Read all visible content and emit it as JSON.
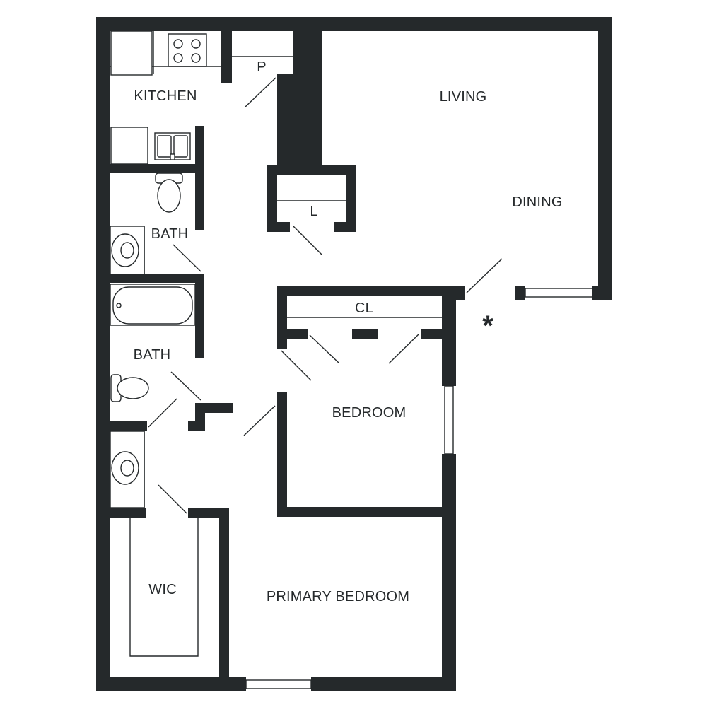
{
  "rooms": {
    "kitchen": "KITCHEN",
    "pantry": "P",
    "living": "LIVING",
    "dining": "DINING",
    "linen": "L",
    "bath_upper": "BATH",
    "bath_lower": "BATH",
    "closet": "CL",
    "bedroom": "BEDROOM",
    "wic": "WIC",
    "primary_bedroom": "PRIMARY BEDROOM"
  },
  "marker": "*",
  "colors": {
    "wall": "#25292b",
    "background": "#ffffff"
  }
}
